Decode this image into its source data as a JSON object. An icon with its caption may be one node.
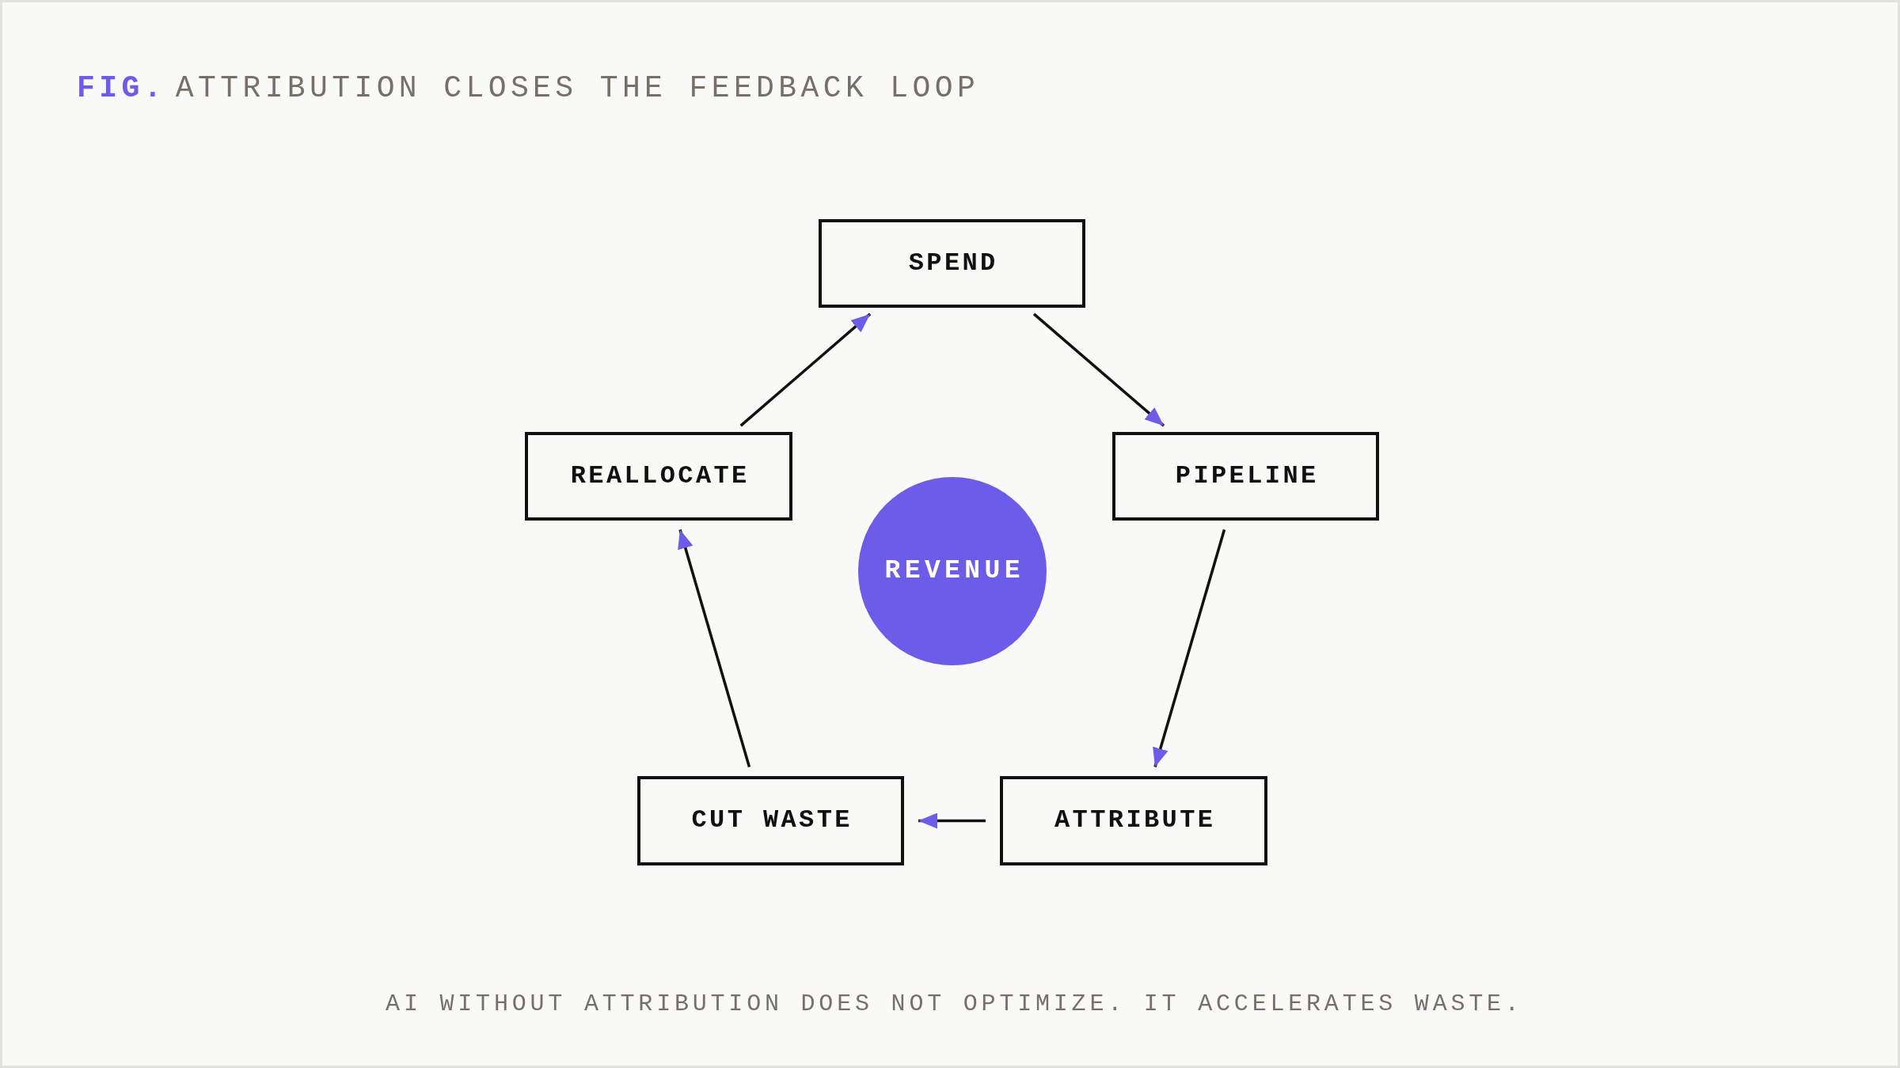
{
  "diagram": {
    "title": "ATTRIBUTION CLOSES THE FEEDBACK LOOP",
    "caption": "AI WITHOUT ATTRIBUTION DOES NOT OPTIMIZE. IT ACCELERATES WASTE.",
    "nodes": [
      {
        "text": [
          "SPEND"
        ]
      },
      {
        "text": [
          "REALLOCATE"
        ]
      },
      {
        "text": [
          "PIPELINE"
        ]
      },
      {
        "text": [
          "REVENUE"
        ]
      },
      {
        "text": [
          "CUT WASTE"
        ]
      },
      {
        "text": [
          "ATTRIBUTE"
        ]
      }
    ],
    "edges": [
      {
        "from": 1,
        "to": 0,
        "arrow": "to"
      },
      {
        "from": 0,
        "to": 2,
        "arrow": "to"
      },
      {
        "from": 2,
        "to": 5,
        "arrow": "to"
      },
      {
        "from": 5,
        "to": 4,
        "arrow": "to"
      },
      {
        "from": 4,
        "to": 1,
        "arrow": "to"
      }
    ],
    "labels": [
      "FIG."
    ]
  }
}
